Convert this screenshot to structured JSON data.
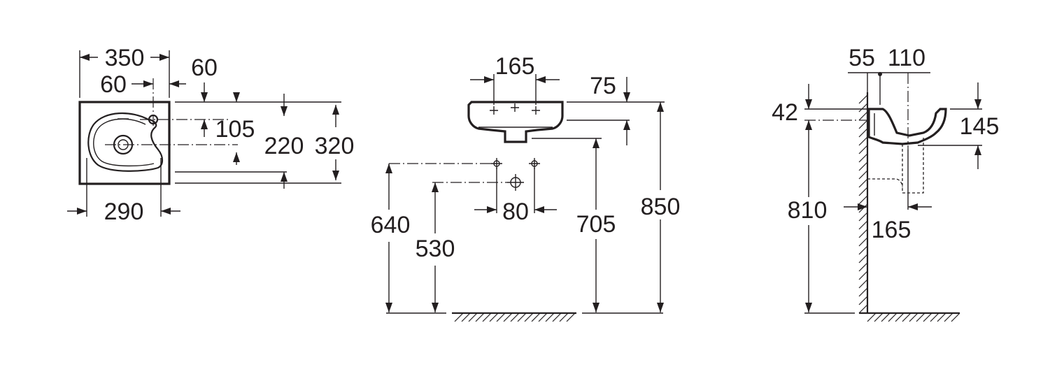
{
  "plan_view": {
    "dim_width": "350",
    "dim_tap_offset": "60",
    "dim_tap_side": "60",
    "dim_tap_to_waste": "105",
    "dim_waste_depth": "220",
    "dim_depth": "320",
    "dim_fix_spacing": "290"
  },
  "front_view": {
    "dim_fixing_spacing": "165",
    "dim_bowl_height": "75",
    "dim_waste_spacing": "80",
    "dim_fix_height": "640",
    "dim_waste_height": "530",
    "dim_base_height": "705",
    "dim_top_height": "850"
  },
  "side_view": {
    "dim_wall_gap": "55",
    "dim_tap_to_centre": "110",
    "dim_rim": "42",
    "dim_basin_height": "145",
    "dim_fix_height": "810",
    "dim_trap_projection": "165"
  }
}
